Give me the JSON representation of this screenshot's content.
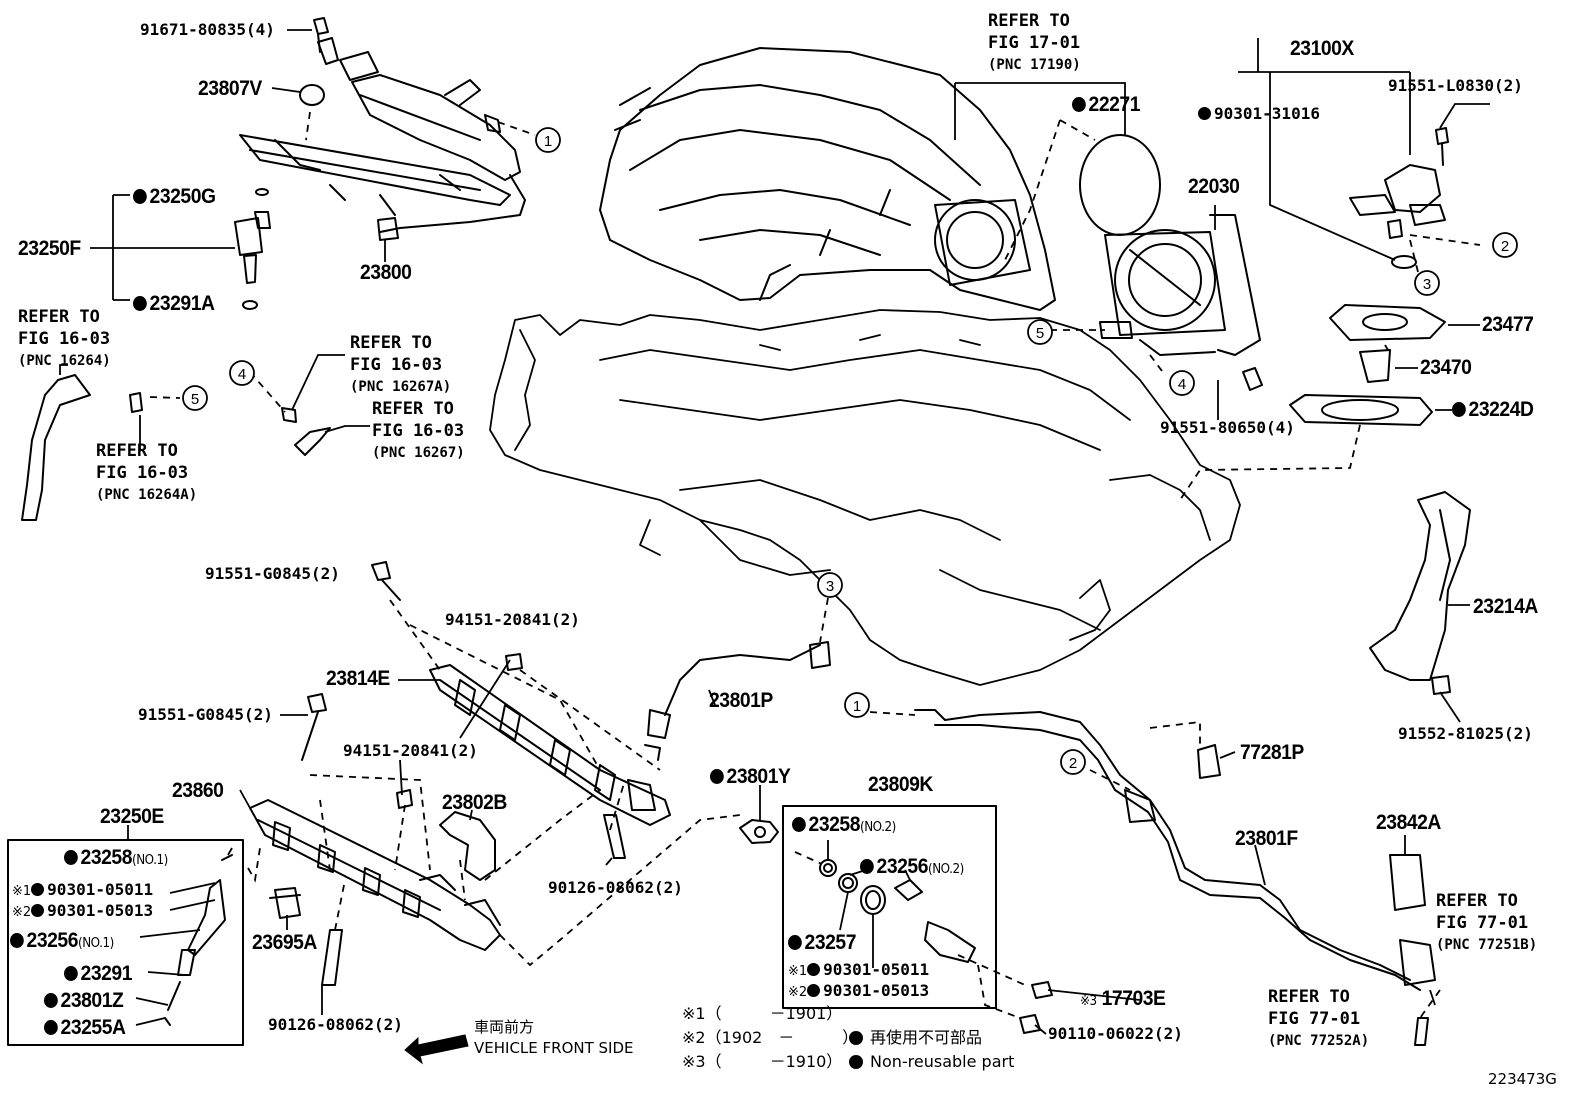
{
  "labels": {
    "p91671": "91671-80835(4)",
    "p23807V": "23807V",
    "p23250G": "23250G",
    "p23250F": "23250F",
    "p23291A": "23291A",
    "p23800": "23800",
    "ref1603a": {
      "l1": "REFER TO",
      "l2": "FIG 16-03",
      "l3": "(PNC 16264)"
    },
    "ref1603b": {
      "l1": "REFER TO",
      "l2": "FIG 16-03",
      "l3": "(PNC 16264A)"
    },
    "ref1603c": {
      "l1": "REFER TO",
      "l2": "FIG 16-03",
      "l3": "(PNC 16267A)"
    },
    "ref1603d": {
      "l1": "REFER TO",
      "l2": "FIG 16-03",
      "l3": "(PNC 16267)"
    },
    "ref1701": {
      "l1": "REFER TO",
      "l2": "FIG 17-01",
      "l3": "(PNC 17190)"
    },
    "p22271": "22271",
    "p90301_31016": "90301-31016",
    "p23100X": "23100X",
    "p91551_L0830": "91551-L0830(2)",
    "p22030": "22030",
    "p23477": "23477",
    "p23470": "23470",
    "p23224D": "23224D",
    "p91551_80650": "91551-80650(4)",
    "p23214A": "23214A",
    "p91552_81025": "91552-81025(2)",
    "p91551_G0845a": "91551-G0845(2)",
    "p94151_20841a": "94151-20841(2)",
    "p23814E": "23814E",
    "p23801P": "23801P",
    "p91551_G0845b": "91551-G0845(2)",
    "p94151_20841b": "94151-20841(2)",
    "p23860": "23860",
    "p23802B": "23802B",
    "p23801Y": "23801Y",
    "p23809K": "23809K",
    "p77281P": "77281P",
    "p23801F": "23801F",
    "p23842A": "23842A",
    "ref7701a": {
      "l1": "REFER TO",
      "l2": "FIG 77-01",
      "l3": "(PNC 77251B)"
    },
    "ref7701b": {
      "l1": "REFER TO",
      "l2": "FIG 77-01",
      "l3": "(PNC 77252A)"
    },
    "p90126a": "90126-08062(2)",
    "p90126b": "90126-08062(2)",
    "p23695A": "23695A",
    "p23250E": "23250E",
    "p17703E": "17703E",
    "p90110": "90110-06022(2)",
    "box_left": {
      "r1": "23258",
      "r1n": "(NO.1)",
      "r2m": "※1",
      "r2": "90301-05011",
      "r3m": "※2",
      "r3": "90301-05013",
      "r4": "23256",
      "r4n": "(NO.1)",
      "r5": "23291",
      "r6": "23801Z",
      "r7": "23255A"
    },
    "box_right": {
      "r1": "23258",
      "r1n": "(NO.2)",
      "r2": "23256",
      "r2n": "(NO.2)",
      "r3": "23257",
      "r4m": "※1",
      "r4": "90301-05011",
      "r5m": "※2",
      "r5": "90301-05013"
    },
    "mark3": "※3",
    "circles": [
      "1",
      "2",
      "3",
      "4",
      "5"
    ]
  },
  "legend": {
    "n1": "※1（　　　－1901）",
    "n2": "※2（1902　－　　　）",
    "n3": "※3（　　　－1910）",
    "jp_nonreuse": "再使用不可部品",
    "en_nonreuse": "Non-reusable part",
    "front_jp": "車両前方",
    "front_en": "VEHICLE FRONT SIDE"
  },
  "figure_id": "223473G"
}
